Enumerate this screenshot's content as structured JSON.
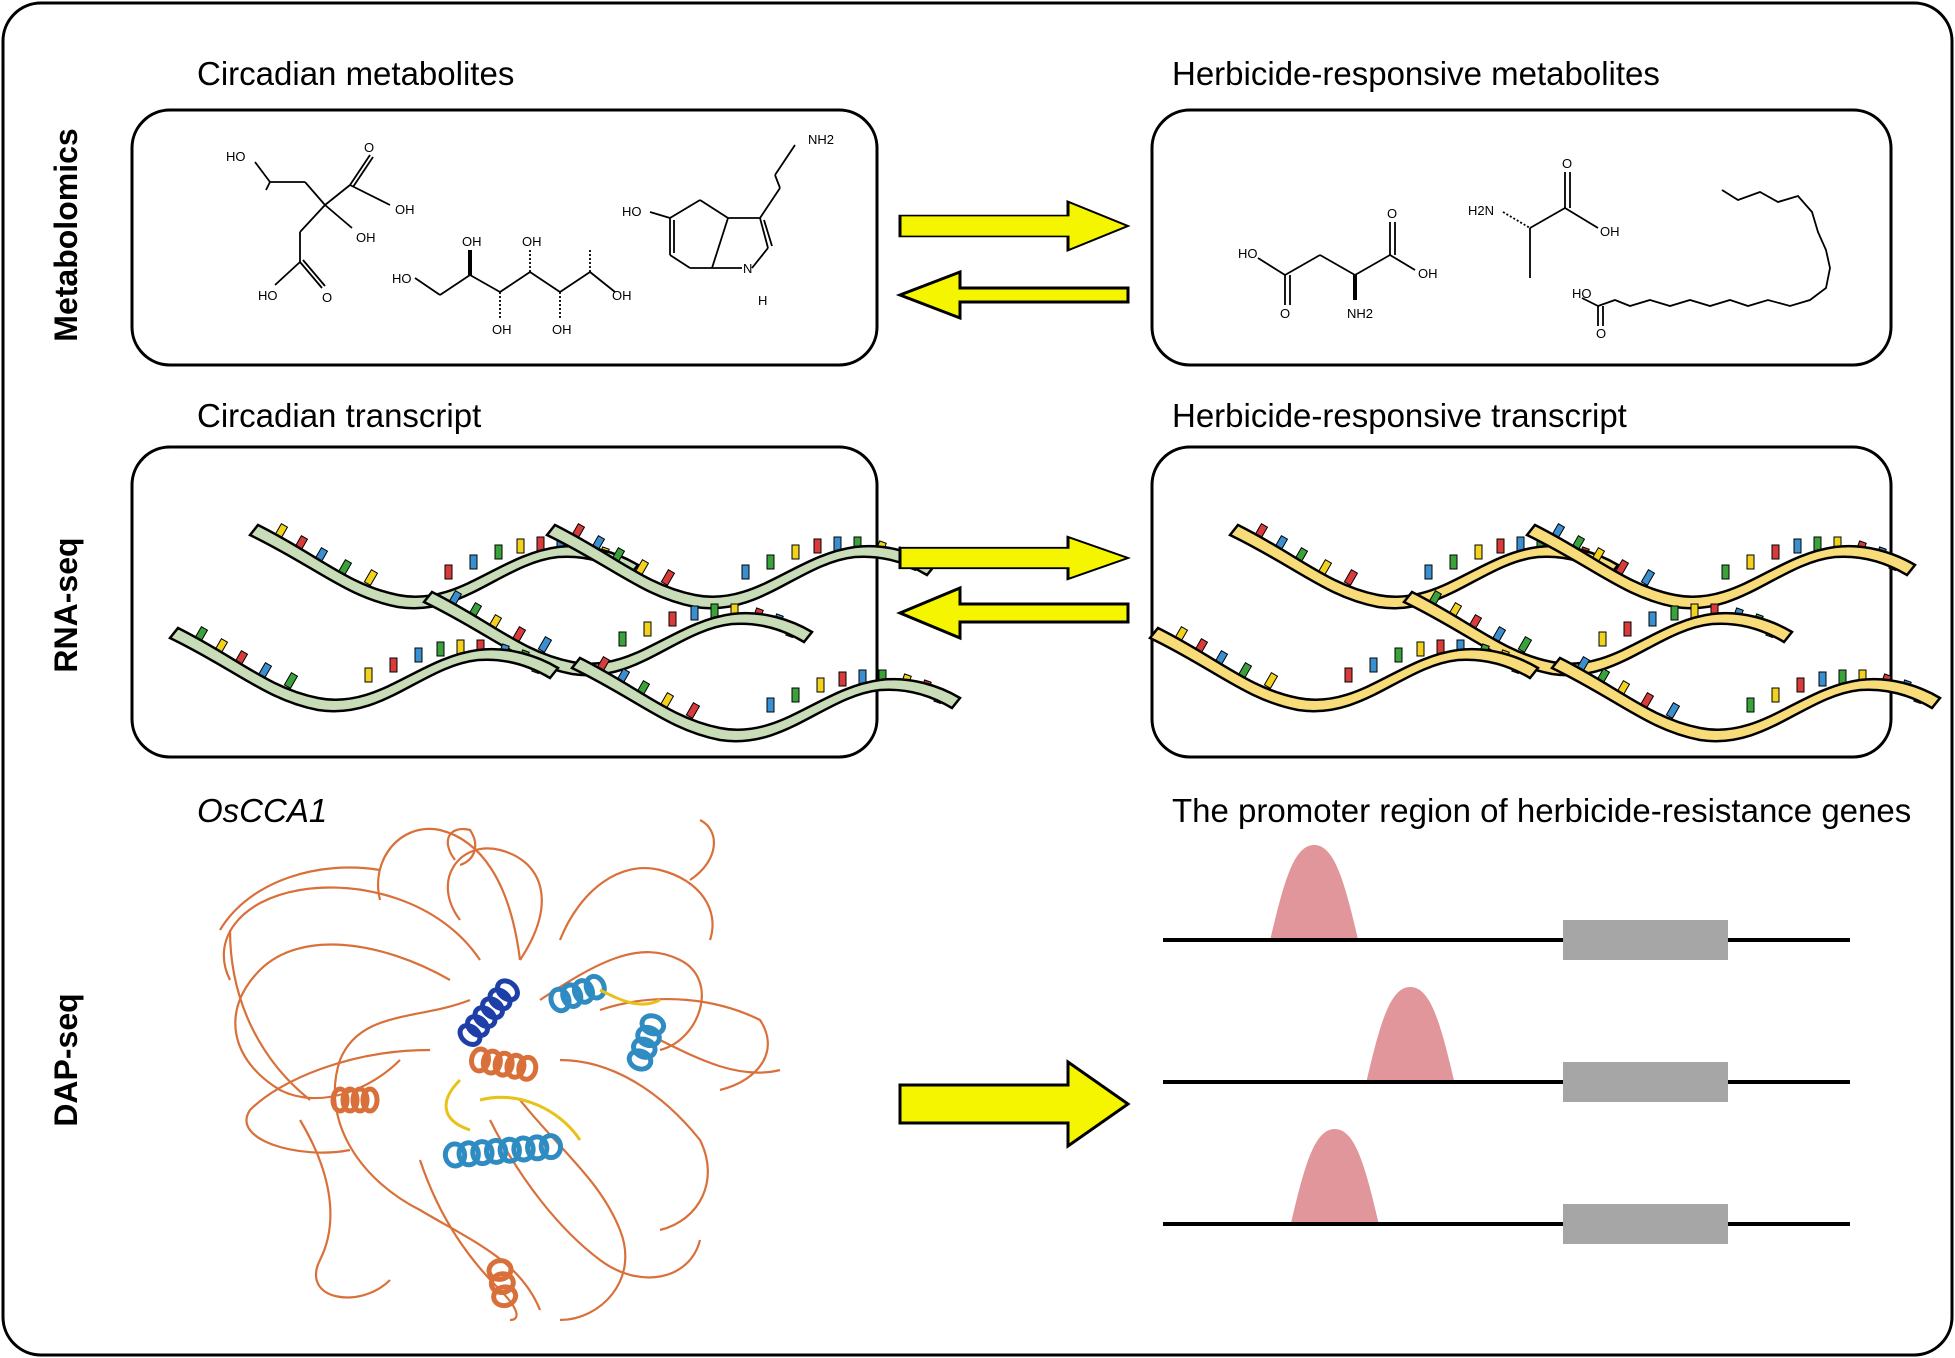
{
  "row_labels": {
    "metabolomics": "Metabolomics",
    "rnaseq": "RNA-seq",
    "dapseq": "DAP-seq"
  },
  "titles": {
    "circadian_metabolites": "Circadian metabolites",
    "herbicide_metabolites": "Herbicide-responsive metabolites",
    "circadian_transcript": "Circadian transcript",
    "herbicide_transcript": "Herbicide-responsive transcript",
    "protein": "OsCCA1",
    "promoter": "The promoter region of herbicide-resistance genes"
  },
  "chem_labels": {
    "citrate_ho_top": "HO",
    "citrate_o_top": "O",
    "citrate_oh_right": "OH",
    "citrate_oh_center": "OH",
    "citrate_ho_bottom": "HO",
    "citrate_o_bottom": "O",
    "sorbitol_ho": "HO",
    "sorbitol_oh1": "OH",
    "sorbitol_oh2": "OH",
    "sorbitol_oh3": "OH",
    "sorbitol_oh4": "OH",
    "sorbitol_oh5": "OH",
    "serotonin_nh2": "NH2",
    "serotonin_ho": "HO",
    "serotonin_n": "N",
    "serotonin_h": "H",
    "asp_ho": "HO",
    "asp_o1": "O",
    "asp_o2": "O",
    "asp_oh": "OH",
    "asp_nh2": "NH2",
    "ala_h2n": "H2N",
    "ala_o": "O",
    "ala_oh": "OH",
    "linolenic_ho": "HO",
    "linolenic_o": "O"
  },
  "colors": {
    "arrow_fill": "#f5f500",
    "circadian_rna": "#c9dcb8",
    "herbicide_rna": "#f8dc7a",
    "peak": "#e0969a",
    "gene_box": "#a6a6a6",
    "base_red": "#d93a3a",
    "base_blue": "#3a8fd0",
    "base_green": "#3aa23a",
    "base_yellow": "#f2d21c",
    "protein_coil": "#d9703a",
    "protein_helix_blue": "#2f8cc2",
    "protein_helix_dark": "#1f3fa8",
    "protein_yellow": "#e8c21a"
  },
  "icons": {
    "exchange_arrows_1": "equilibrium-arrows-icon",
    "exchange_arrows_2": "equilibrium-arrows-icon",
    "forward_arrow": "right-arrow-icon"
  },
  "promoter_tracks": [
    {
      "peak_position": 0.22
    },
    {
      "peak_position": 0.36
    },
    {
      "peak_position": 0.25
    }
  ]
}
